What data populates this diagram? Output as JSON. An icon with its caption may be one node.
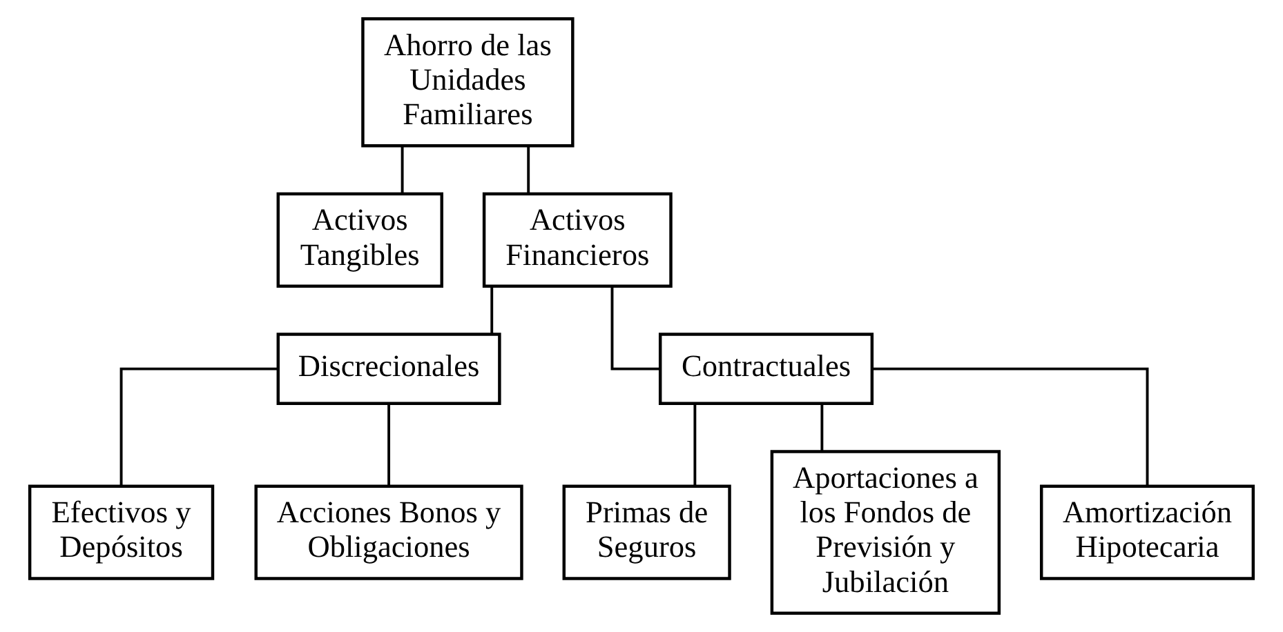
{
  "diagram": {
    "nodes": [
      {
        "text": [
          "Ahorro de las Unidades Familiares"
        ]
      },
      {
        "text": [
          "Activos Tangibles"
        ]
      },
      {
        "text": [
          "Activos Financieros"
        ]
      },
      {
        "text": [
          "Discrecionales"
        ]
      },
      {
        "text": [
          "Contractuales"
        ]
      },
      {
        "text": [
          "Efectivos y Depósitos"
        ]
      },
      {
        "text": [
          "Acciones Bonos y Obligaciones"
        ]
      },
      {
        "text": [
          "Primas de Seguros"
        ]
      },
      {
        "text": [
          "Aportaciones a los Fondos de Previsión y Jubilación"
        ]
      },
      {
        "text": [
          "Amortización Hipotecaria"
        ]
      }
    ],
    "edges": [
      {
        "from": 0,
        "to": 1,
        "arrow": "none"
      },
      {
        "from": 0,
        "to": 2,
        "arrow": "none"
      },
      {
        "from": 2,
        "to": 3,
        "arrow": "none"
      },
      {
        "from": 2,
        "to": 4,
        "arrow": "none"
      },
      {
        "from": 3,
        "to": 5,
        "arrow": "none"
      },
      {
        "from": 3,
        "to": 6,
        "arrow": "none"
      },
      {
        "from": 4,
        "to": 7,
        "arrow": "none"
      },
      {
        "from": 4,
        "to": 8,
        "arrow": "none"
      },
      {
        "from": 4,
        "to": 9,
        "arrow": "none"
      }
    ]
  }
}
